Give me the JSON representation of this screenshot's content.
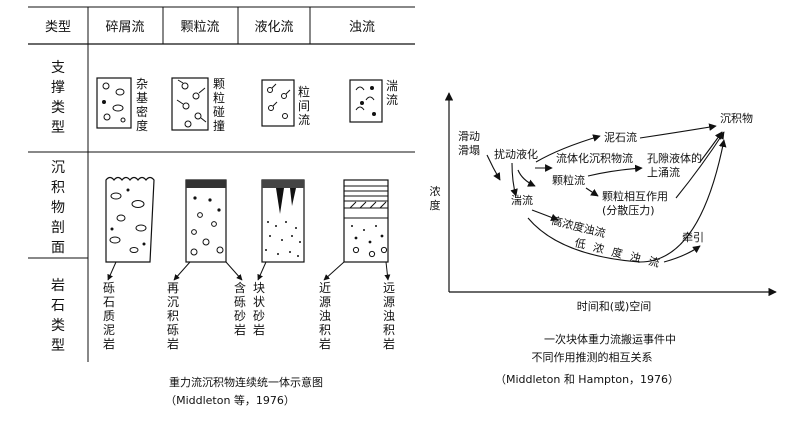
{
  "table": {
    "headers": [
      "类型",
      "碎屑流",
      "颗粒流",
      "液化流",
      "浊流"
    ],
    "row_labels": {
      "support": "支撑类型",
      "section": "沉积物剖面",
      "rock": "岩石类型"
    },
    "support_labels": [
      "杂基密度",
      "颗粒碰撞",
      "粒间流",
      "湍流"
    ],
    "rock_types": [
      "砾石质泥岩",
      "再沉积砾岩",
      "含砾砂岩",
      "块状砂岩",
      "近源浊积岩",
      "远源浊积岩"
    ]
  },
  "left_caption": {
    "line1": "重力流沉积物连续统一体示意图",
    "line2": "（Middleton 等，1976）"
  },
  "diagram": {
    "y_axis": "浓度",
    "x_axis": "时间和(或)空间",
    "nodes": {
      "slump": "滑动滑塌",
      "disturbance": "扰动液化",
      "debris": "泥石流",
      "fluidized": "流体化沉积物流",
      "grain_flow": "颗粒流",
      "pore_fluid": "孔隙液体的上涌流",
      "turbulence": "湍流",
      "grain_interaction": "颗粒相互作用(分散压力)",
      "high_density": "高浓度浊流",
      "low_density": "低浓度浊流",
      "traction": "牵引",
      "deposit": "沉积物"
    }
  },
  "right_caption": {
    "line1": "一次块体重力流搬运事件中",
    "line2": "不同作用推测的相互关系",
    "line3": "（Middleton 和 Hampton，1976）"
  }
}
